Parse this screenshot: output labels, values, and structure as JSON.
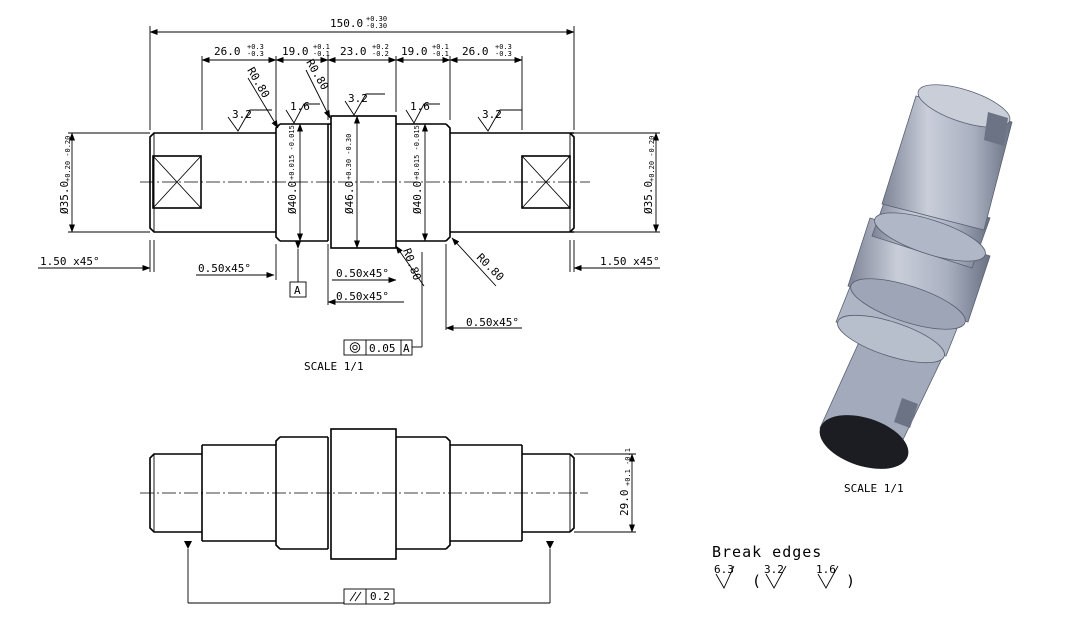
{
  "dims": {
    "overall": "150.0",
    "overall_tol_up": "+0.30",
    "overall_tol_dn": "-0.30",
    "seg1": "26.0",
    "seg1_up": "+0.3",
    "seg1_dn": "-0.3",
    "seg2": "19.0",
    "seg2_up": "+0.1",
    "seg2_dn": "-0.1",
    "seg3": "23.0",
    "seg3_up": "+0.2",
    "seg3_dn": "-0.2",
    "seg4": "19.0",
    "seg4_up": "+0.1",
    "seg4_dn": "-0.1",
    "seg5": "26.0",
    "seg5_up": "+0.3",
    "seg5_dn": "-0.3",
    "dia_end_left": "Ø35.0",
    "dia_end_left_tol": "+0.20 -0.20",
    "dia_end_right": "Ø35.0",
    "dia_end_right_tol": "+0.20 -0.20",
    "dia_bearing_left": "Ø40.0",
    "dia_bearing_left_tol": "+0.015 -0.015",
    "dia_center": "Ø46.0",
    "dia_center_tol": "+0.30 -0.30",
    "dia_bearing_right": "Ø40.0",
    "dia_bearing_right_tol": "+0.015 -0.015",
    "width_flat": "29.0",
    "width_flat_tol": "+0.1 -0.1"
  },
  "radii": [
    "R0.80",
    "R0.80",
    "R0.80",
    "R0.80"
  ],
  "chamfers": {
    "left_end": "1.50 x45°",
    "right_end": "1.50 x45°",
    "c1": "0.50x45°",
    "c2": "0.50x45°",
    "c3": "0.50x45°",
    "c4": "0.50x45°"
  },
  "roughness": [
    "3.2",
    "1.6",
    "3.2",
    "1.6",
    "3.2"
  ],
  "datum": "A",
  "concentricity": {
    "tolerance": "0.05",
    "datum": "A"
  },
  "parallelism": {
    "tolerance": "0.2"
  },
  "scale_front": "SCALE 1/1",
  "scale_iso": "SCALE 1/1",
  "notes": {
    "break_edges": "Break edges",
    "rough_main": "6.3",
    "rough_opt1": "3.2",
    "rough_opt2": "1.6",
    "paren_open": "(",
    "paren_close": ")"
  },
  "colors": {
    "line": "#000000",
    "background": "#ffffff",
    "shaft": "#a9b0c0",
    "shaft_dark": "#62687a",
    "shaft_light": "#c9ced9"
  }
}
